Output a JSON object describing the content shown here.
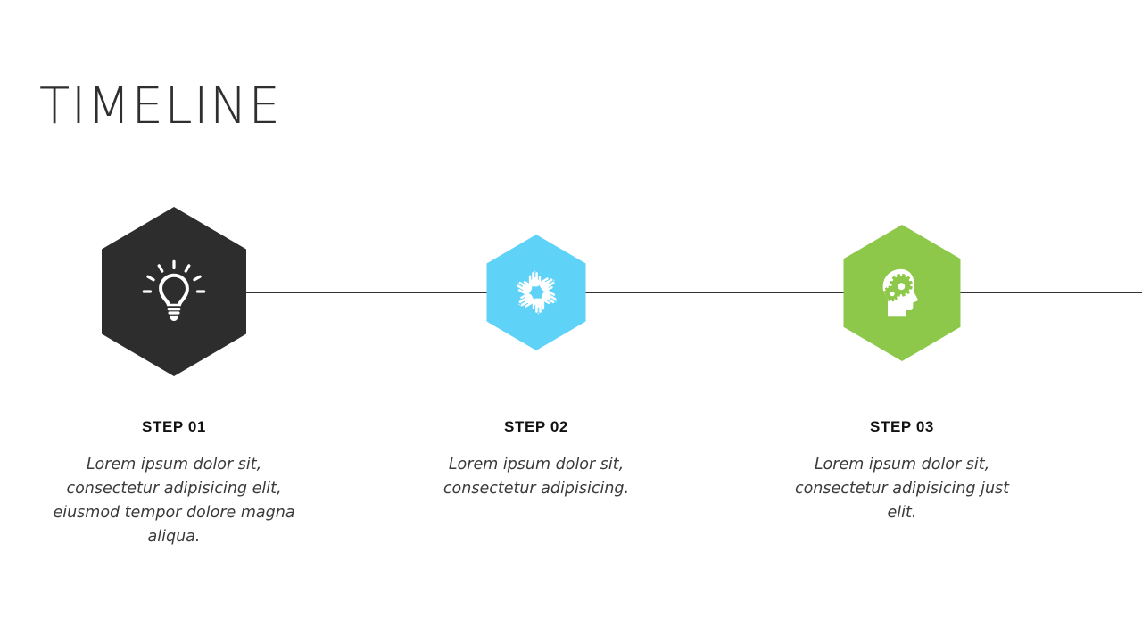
{
  "slide": {
    "title": "TIMELINE",
    "background_color": "#ffffff",
    "title_color": "#2f2f2f",
    "connector_color": "#333333"
  },
  "steps": [
    {
      "label": "STEP 01",
      "body": "Lorem ipsum dolor sit, consectetur adipisicing elit, eiusmod tempor dolore magna aliqua.",
      "icon": "lightbulb-icon",
      "hex_color": "#2d2d2d",
      "icon_color": "#ffffff"
    },
    {
      "label": "STEP 02",
      "body": "Lorem ipsum dolor sit, consectetur adipisicing.",
      "icon": "teamwork-hands-icon",
      "hex_color": "#5fd2f7",
      "icon_color": "#ffffff"
    },
    {
      "label": "STEP 03",
      "body": "Lorem ipsum dolor sit, consectetur adipisicing just elit.",
      "icon": "head-gears-icon",
      "hex_color": "#8dc84a",
      "icon_color": "#ffffff"
    }
  ]
}
